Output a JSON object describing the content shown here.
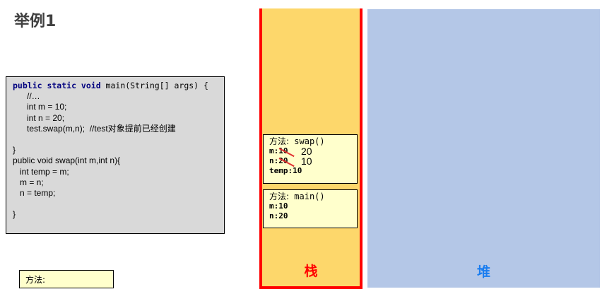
{
  "title": "举例1",
  "code": {
    "lines": [
      {
        "kw": "public static void",
        "rest": " main(String[] args) {"
      },
      {
        "text": "      //…"
      },
      {
        "text": "      int m = 10;"
      },
      {
        "text": "      int n = 20;"
      },
      {
        "text": "      test.swap(m,n);  //test对象提前已经创建"
      },
      {
        "text": ""
      },
      {
        "text": "}"
      },
      {
        "text": "public void swap(int m,int n){"
      },
      {
        "text": "   int temp = m;"
      },
      {
        "text": "   m = n;"
      },
      {
        "text": "   n = temp;"
      },
      {
        "text": ""
      },
      {
        "text": "}"
      }
    ]
  },
  "method_label": "方法:",
  "stack": {
    "label": "栈",
    "color": "#fdd76b",
    "border_color": "#ff0000",
    "frames": [
      {
        "method_prefix": "方法:",
        "method_name": " swap()",
        "vars": [
          {
            "name": "m:",
            "value": "10",
            "struck": true,
            "new_value": "20"
          },
          {
            "name": "n:",
            "value": "20",
            "struck": true,
            "new_value": "10"
          },
          {
            "name": "temp:",
            "value": "10",
            "struck": false
          }
        ]
      },
      {
        "method_prefix": "方法:",
        "method_name": " main()",
        "vars": [
          {
            "name": "m:",
            "value": "10"
          },
          {
            "name": "n:",
            "value": "20"
          }
        ]
      }
    ]
  },
  "heap": {
    "label": "堆",
    "color": "#b4c7e7",
    "label_color": "#1a7df0"
  }
}
